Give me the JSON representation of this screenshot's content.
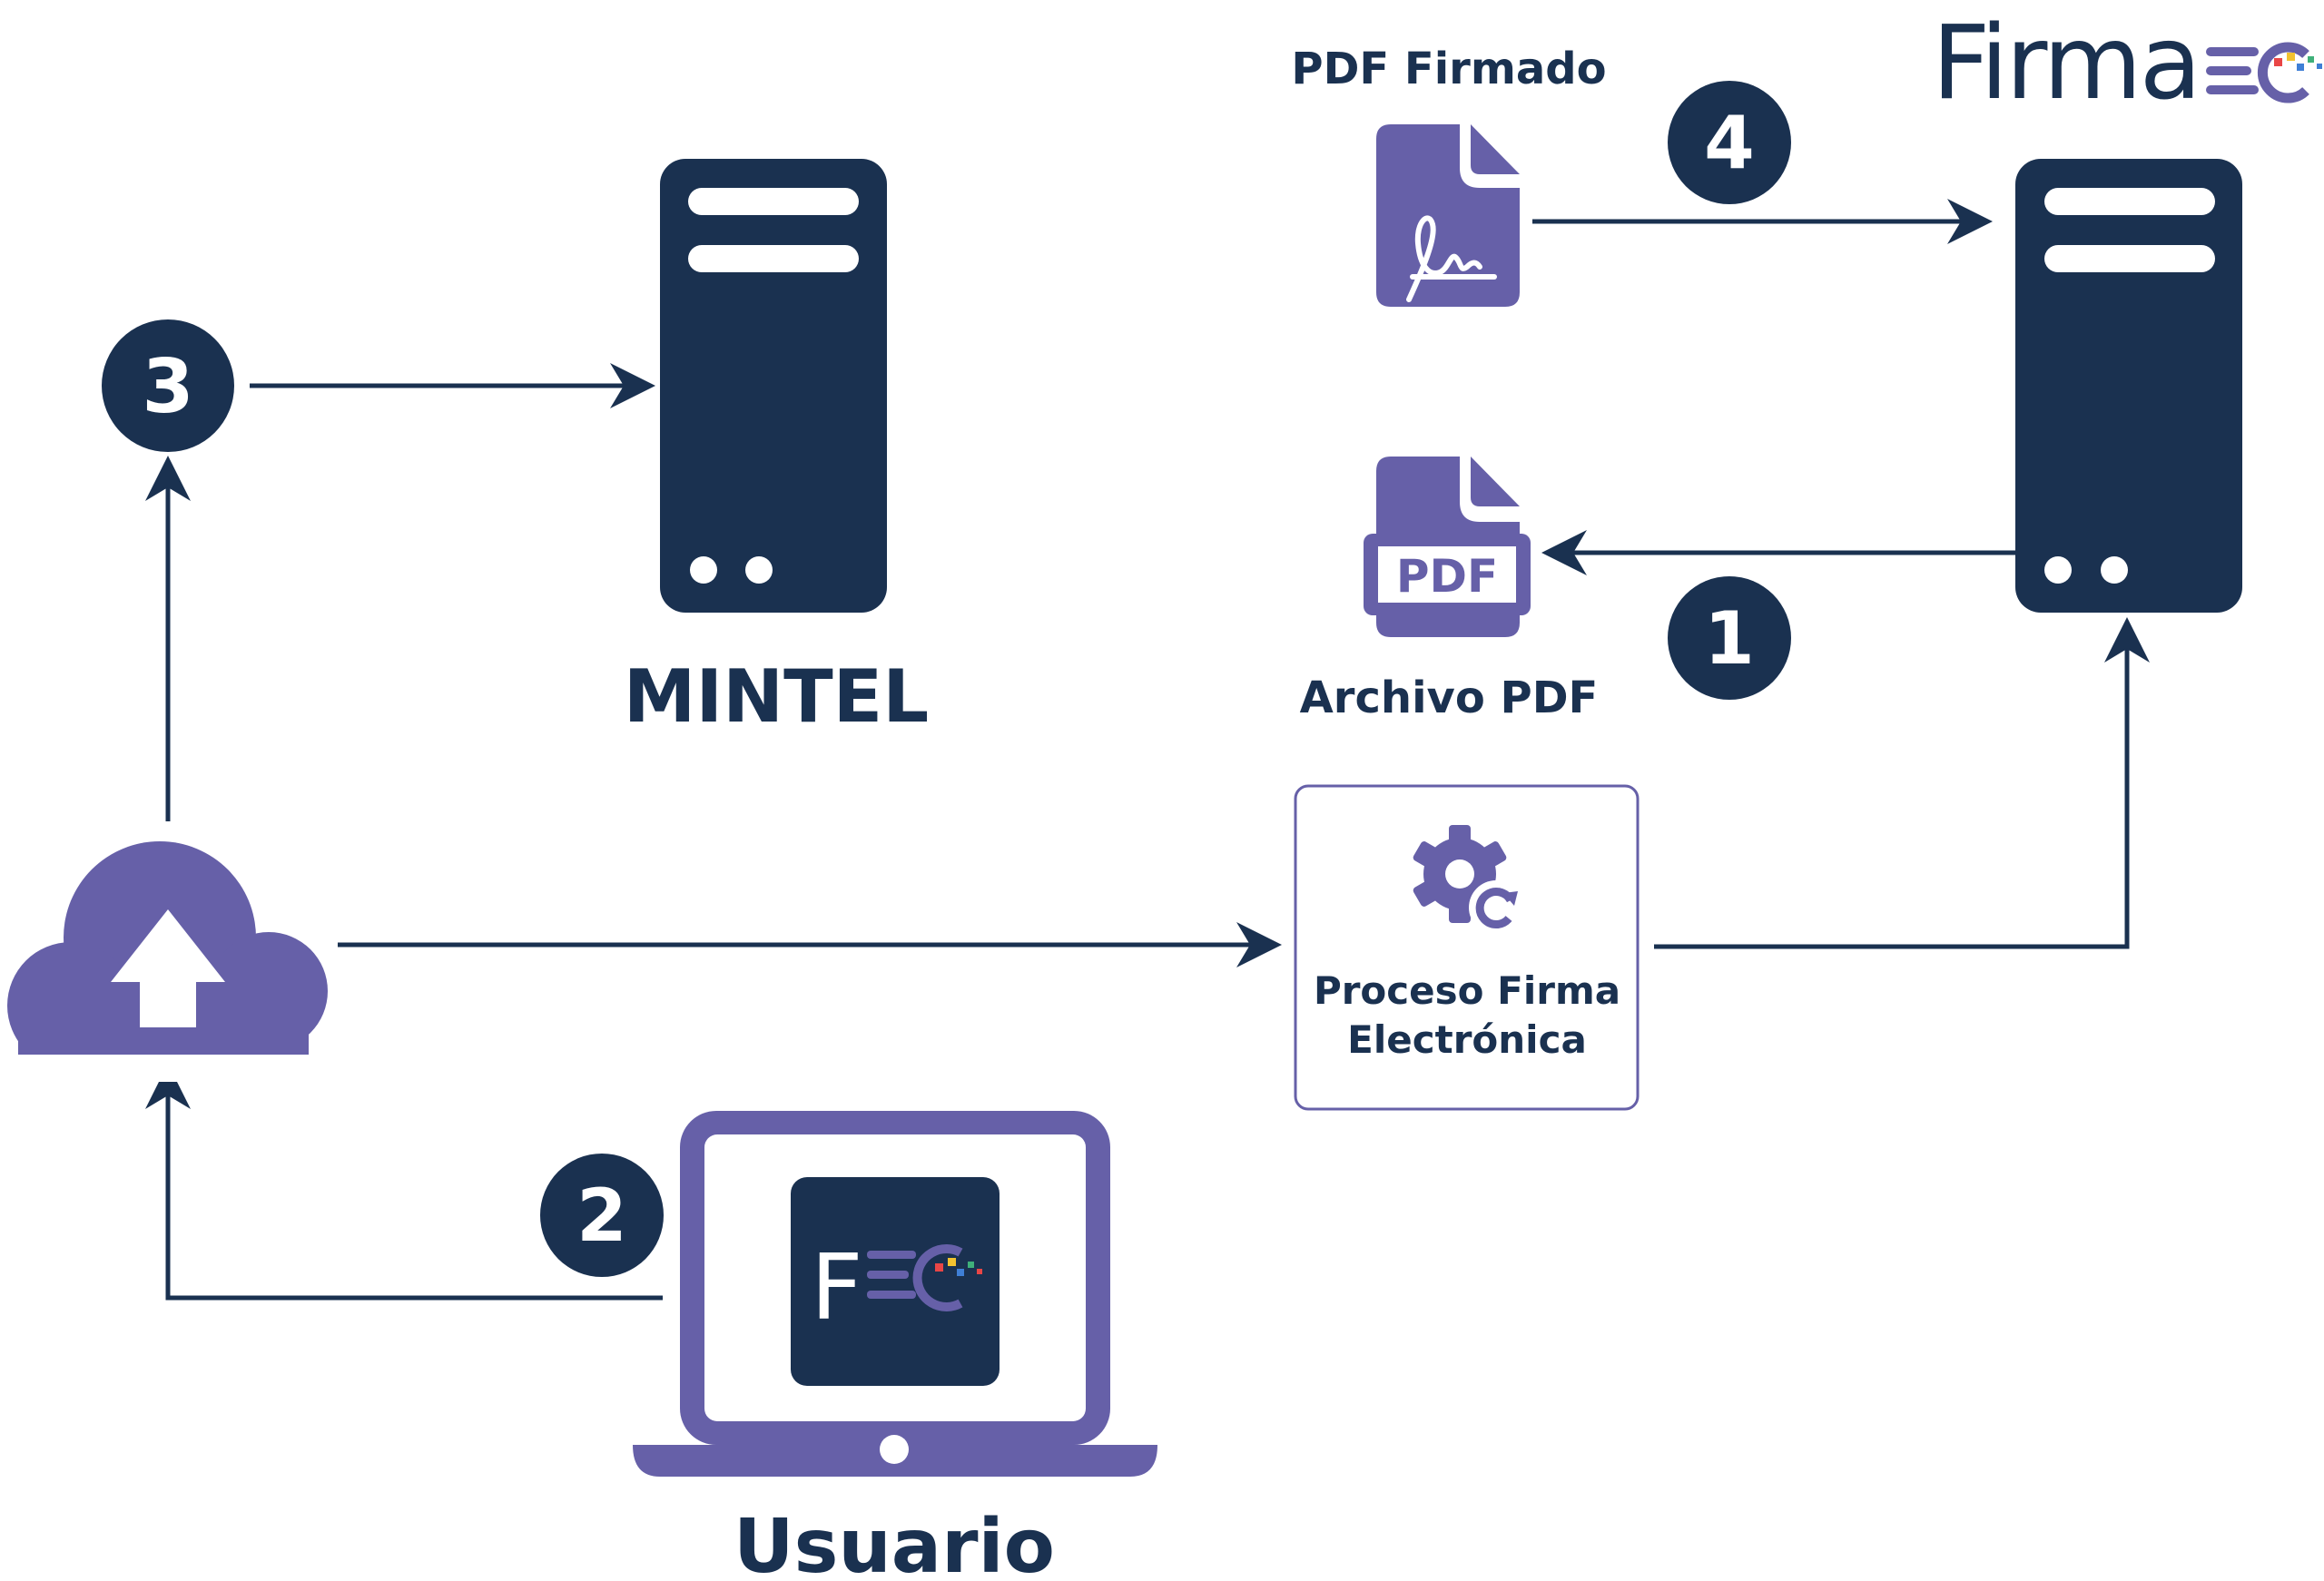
{
  "brand": {
    "logo_text": "Firma",
    "logo_mark": "EC",
    "app_icon_letter": "F",
    "colors": {
      "navy": "#1a3150",
      "purple": "#6660a8",
      "white": "#ffffff",
      "accent_red": "#e94646",
      "accent_yellow": "#f2c230",
      "accent_blue": "#3f7fd6",
      "accent_green": "#3fb07a"
    }
  },
  "nodes": {
    "mintel": {
      "label": "MINTEL",
      "icon": "server-icon"
    },
    "firmaec_server": {
      "icon": "server-icon"
    },
    "user": {
      "label": "Usuario",
      "icon": "laptop-icon"
    },
    "cloud": {
      "icon": "cloud-upload-icon"
    },
    "process": {
      "label_line1": "Proceso Firma",
      "label_line2": "Electrónica",
      "icon": "gear-refresh-icon"
    },
    "pdf_signed": {
      "label": "PDF Firmado",
      "icon": "signed-document-icon"
    },
    "pdf_file": {
      "label": "Archivo PDF",
      "icon": "pdf-file-icon",
      "badge_text": "PDF"
    }
  },
  "steps": [
    "1",
    "2",
    "3",
    "4"
  ]
}
